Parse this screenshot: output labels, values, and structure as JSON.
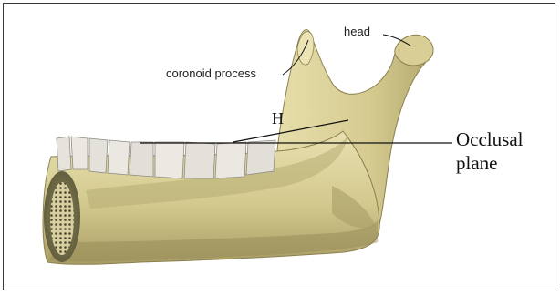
{
  "labels": {
    "head": "head",
    "coronoid_process": "coronoid process",
    "h": "H",
    "occlusal_line1": "Occlusal",
    "occlusal_line2": "plane"
  },
  "colors": {
    "bone_light": "#e4dca8",
    "bone_mid": "#cfc486",
    "bone_shadow": "#9c9260",
    "bone_dark": "#6f6a44",
    "tooth": "#e8e4df",
    "tooth_shadow": "#9a9690",
    "line": "#111111"
  }
}
